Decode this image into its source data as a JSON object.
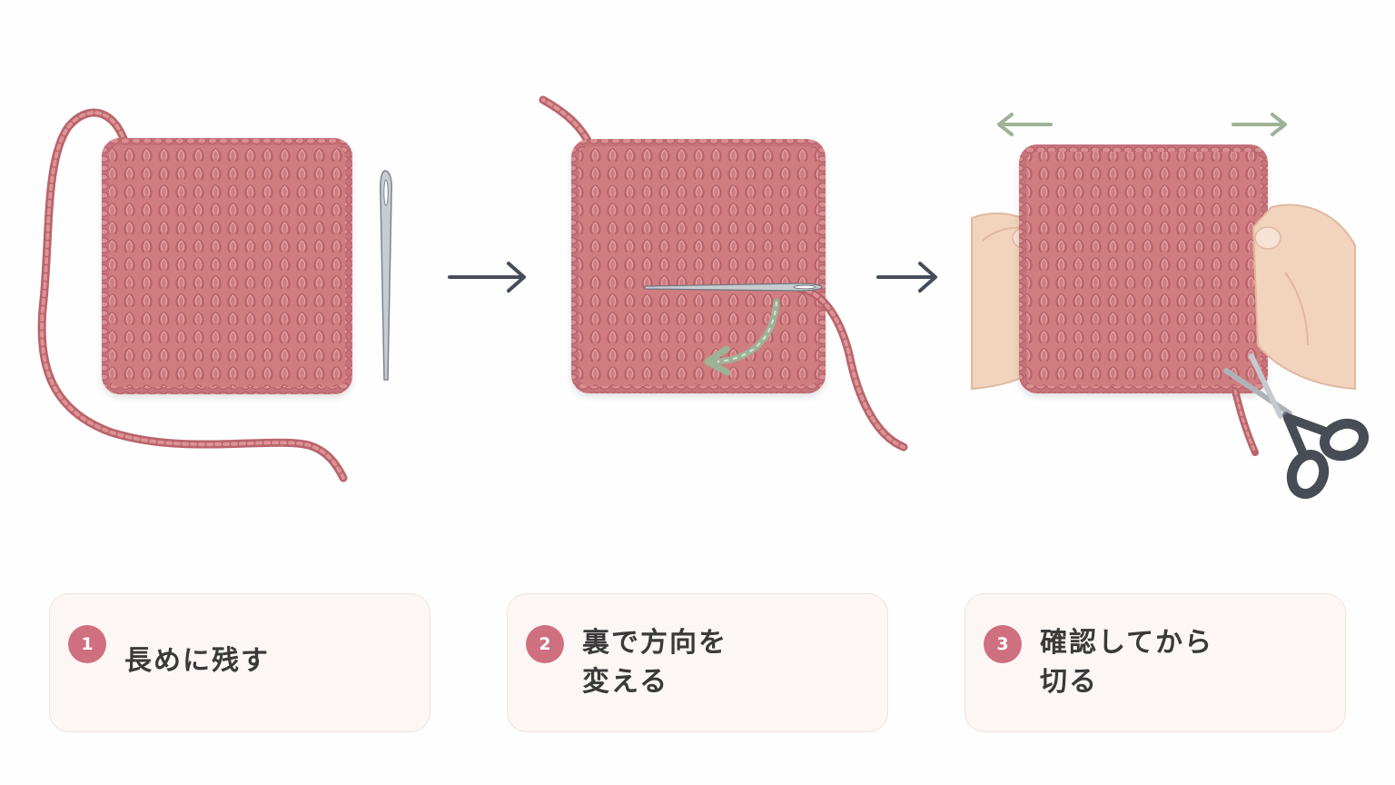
{
  "colors": {
    "yarn": "#d07d80",
    "yarn_dark": "#b9646a",
    "accent": "#cf7080",
    "arrow": "#454c5a",
    "green": "#9db396",
    "skin": "#f2d3bd",
    "card_bg": "#fcf7f4"
  },
  "icons": [
    "needle-icon",
    "arrow-right-icon",
    "curved-arrow-icon",
    "scissors-icon",
    "hand-icon"
  ],
  "steps": [
    {
      "number": "1",
      "lines": [
        "長めに残す"
      ]
    },
    {
      "number": "2",
      "lines": [
        "裏で方向を",
        "変える"
      ]
    },
    {
      "number": "3",
      "lines": [
        "確認してから",
        "切る"
      ]
    }
  ]
}
